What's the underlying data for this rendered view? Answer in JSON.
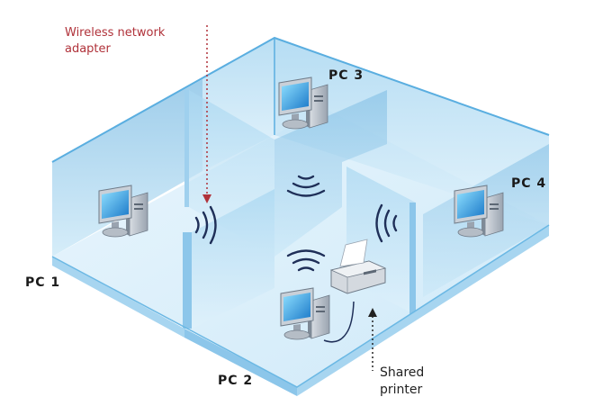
{
  "labels": {
    "pc1": "PC 1",
    "pc2": "PC 2",
    "pc3": "PC 3",
    "pc4": "PC 4"
  },
  "callouts": {
    "adapter_line1": "Wireless network",
    "adapter_line2": "adapter",
    "printer_line1": "Shared",
    "printer_line2": "printer"
  },
  "colors": {
    "wall": "#bfe3f5",
    "wall_dark": "#86c3e6",
    "floor": "#dbeffb",
    "signal": "#1f2f58",
    "callout_red": "#b0323a"
  },
  "icons": [
    "computer-icon",
    "printer-icon",
    "wireless-signal-icon"
  ]
}
